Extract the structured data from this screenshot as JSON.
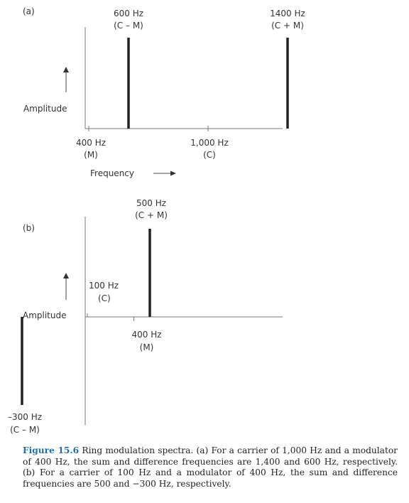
{
  "chart_data": [
    {
      "type": "bar",
      "panel": "(a)",
      "ylabel": "Amplitude",
      "xlabel": "Frequency",
      "ticks": [
        {
          "x": 400,
          "line1": "400 Hz",
          "line2": "(M)"
        },
        {
          "x": 1000,
          "line1": "1,000 Hz",
          "line2": "(C)"
        }
      ],
      "series": [
        {
          "x": 600,
          "amplitude": 1,
          "line1": "600 Hz",
          "line2": "(C – M)"
        },
        {
          "x": 1400,
          "amplitude": 1,
          "line1": "1400 Hz",
          "line2": "(C + M)"
        }
      ],
      "ylim": [
        0,
        1.2
      ]
    },
    {
      "type": "bar",
      "panel": "(b)",
      "ylabel": "Amplitude",
      "ticks": [
        {
          "x": 100,
          "line1": "100 Hz",
          "line2": "(C)"
        },
        {
          "x": 400,
          "line1": "400 Hz",
          "line2": "(M)"
        }
      ],
      "series": [
        {
          "x": 500,
          "amplitude": 1,
          "line1": "500 Hz",
          "line2": "(C + M)"
        },
        {
          "x": -300,
          "amplitude": -1,
          "line1": "–300 Hz",
          "line2": "(C – M)"
        }
      ],
      "ylim": [
        -1.2,
        1.2
      ]
    }
  ],
  "caption": {
    "label": "Figure 15.6",
    "text": "Ring modulation spectra. (a) For a carrier of 1,000 Hz and a modulator of 400 Hz, the sum and difference frequencies are 1,400 and 600 Hz, respectively. (b) For a carrier of 100 Hz and a modulator of 400 Hz, the sum and difference frequencies are 500 and −300 Hz, respectively."
  }
}
